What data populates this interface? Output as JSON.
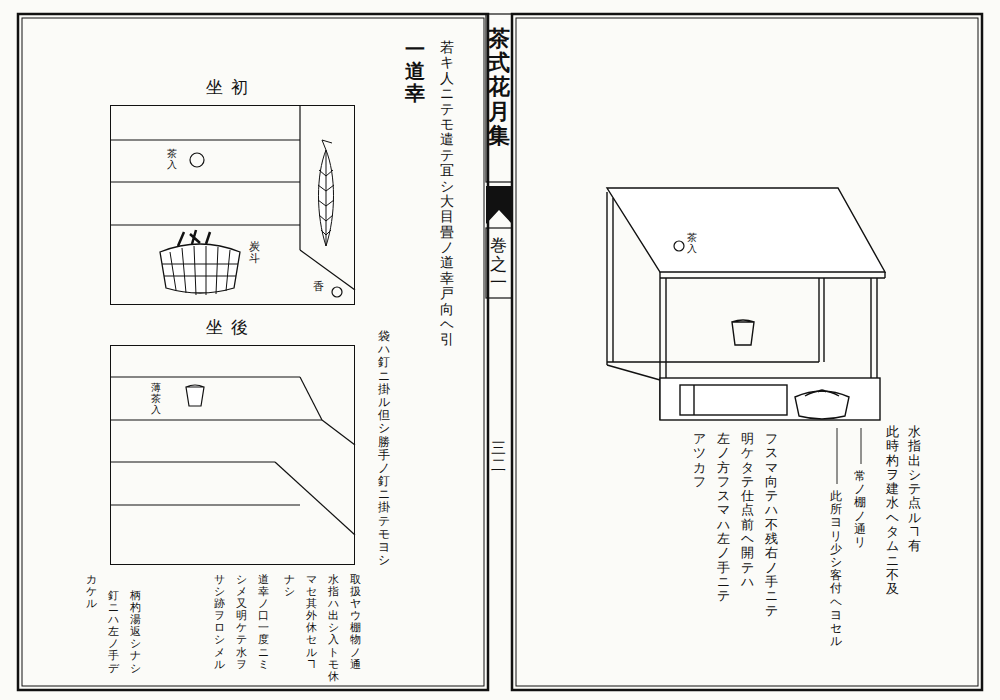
{
  "diagram": {
    "title": "茶式花月集",
    "nodes": [
      {
        "text": [
          "初坐",
          "茶入",
          "炭斗",
          "香"
        ]
      },
      {
        "text": [
          "後坐",
          "薄茶入"
        ]
      }
    ],
    "labels": [
      "巻之一",
      "三二",
      "茶入",
      "水指出シテ点ルヿ有",
      "此時杓ヲ建水ヘタムニ不及",
      "常ノ棚ノ通リ",
      "此所ヨリ少シ客付ヘヨセル",
      "フスマ向テハ不残右ノ手ニテ",
      "明ケタテ仕点前ヘ開テハ",
      "左ノ方フスマハ左ノ手ニテ",
      "アツカフ",
      "一 道幸",
      "若キ人ニテモ遣テ冝シ大目畳ノ道幸戸向ヘ引",
      "袋ハ釘ニ掛ル但シ勝手ノ釘ニ掛テモヨシ",
      "取扱ヤウ棚物ノ通",
      "水指ハ出シ入トモ休",
      "マセ其外休セルヿ",
      "ナシ",
      "道幸ノ口一度ニミ",
      "シメ又明ケテ水ヲ",
      "サシ跡ヲロシメル",
      "柄杓湯返シナシ",
      "釘ニハ左ノ手デ",
      "カケル"
    ]
  }
}
